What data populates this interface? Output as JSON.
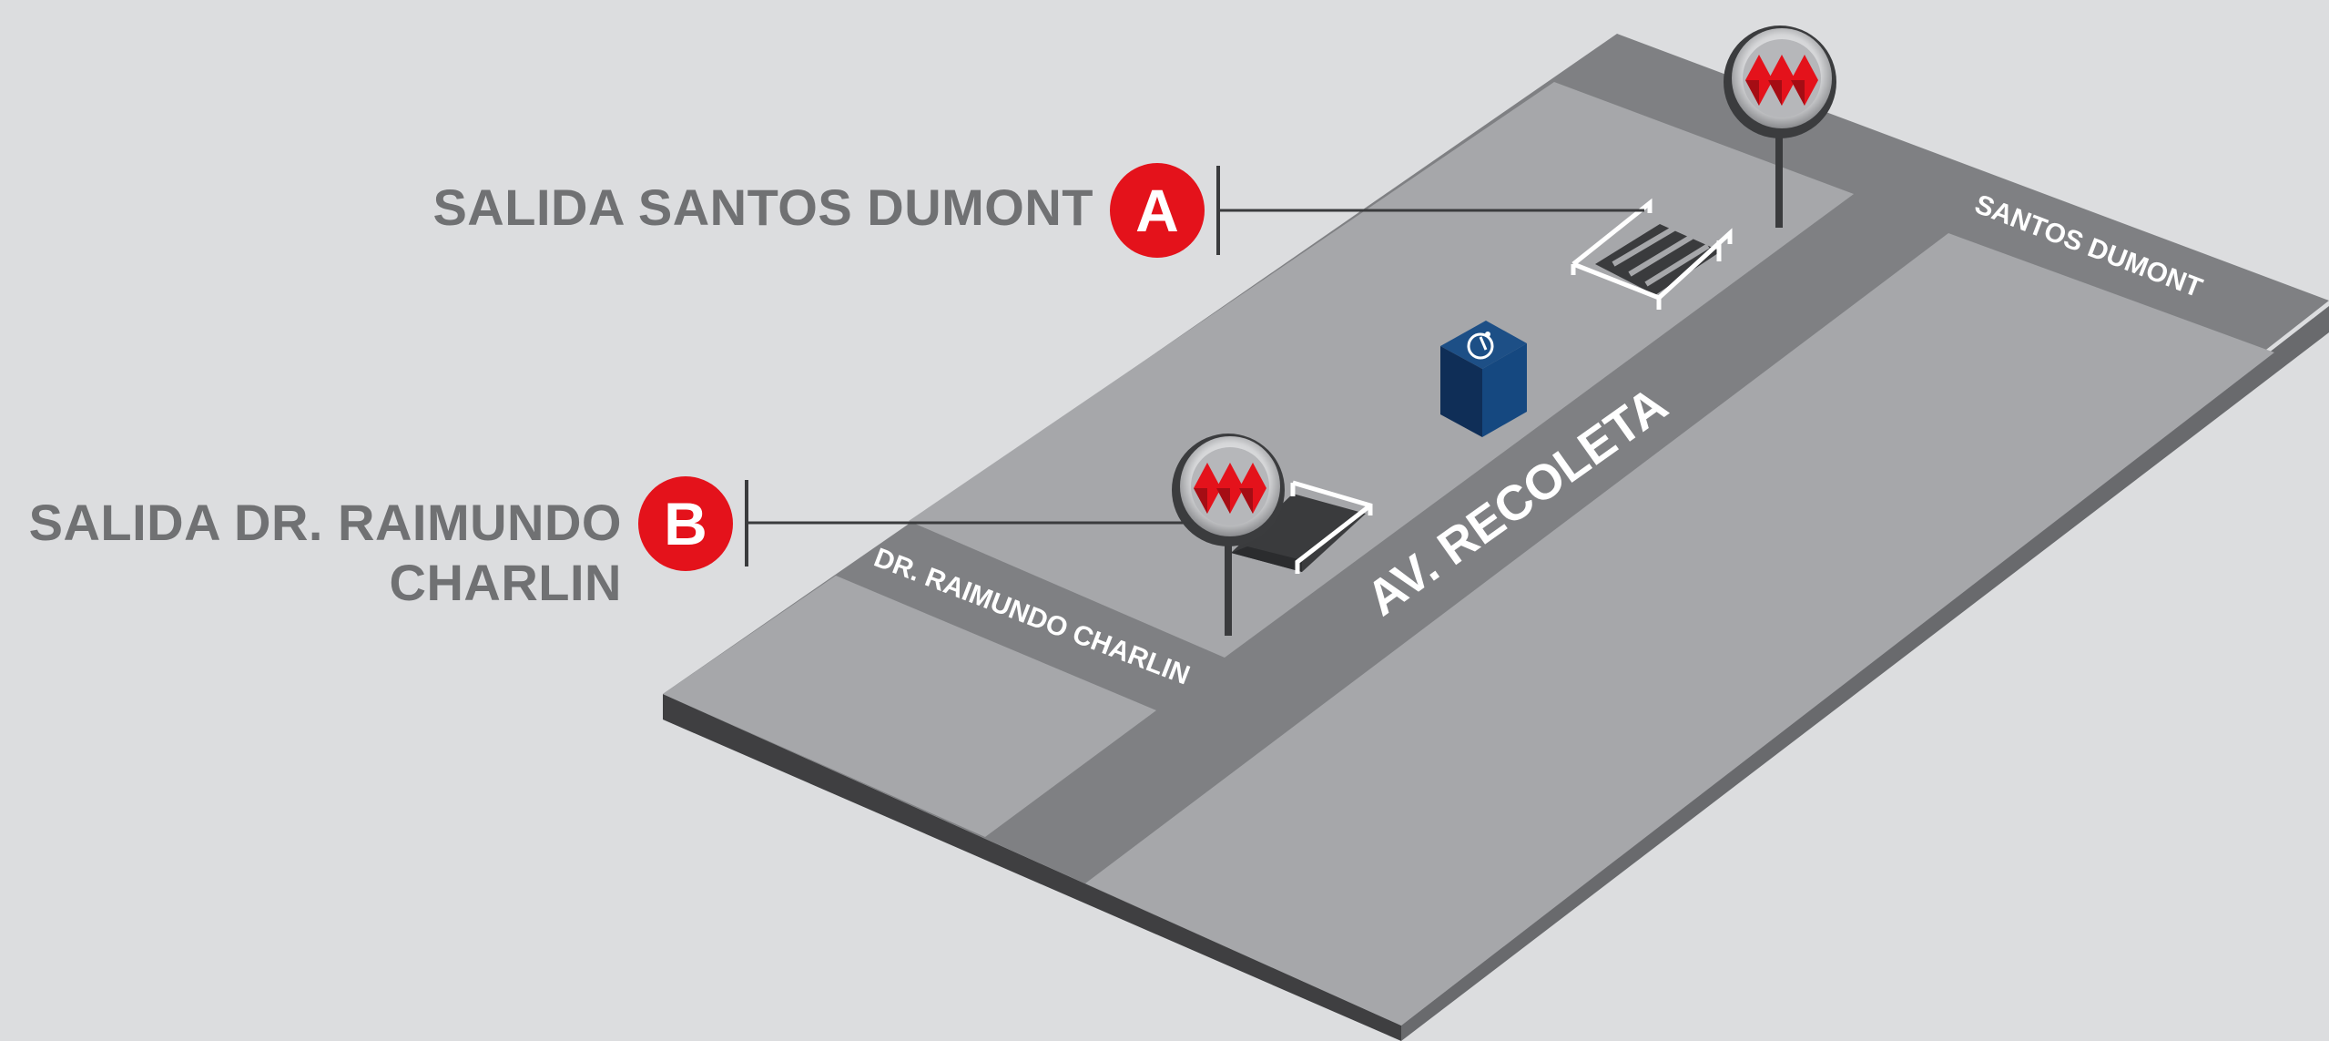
{
  "exits": [
    {
      "letter": "A",
      "label": "SALIDA SANTOS DUMONT"
    },
    {
      "letter": "B",
      "label_line1": "SALIDA DR. RAIMUNDO",
      "label_line2": "CHARLIN"
    }
  ],
  "streets": {
    "main": "AV. RECOLETA",
    "top_cross": "SANTOS DUMONT",
    "bottom_cross": "DR. RAIMUNDO CHARLIN"
  },
  "icons": {
    "metro_sign": "metro-logo-icon",
    "elevator": "wheelchair-elevator-icon",
    "stairs": "stairway-entrance-icon"
  },
  "colors": {
    "background": "#dcdddf",
    "badge_red": "#e4121b",
    "label_gray": "#707173",
    "block_gray": "#a6a7aa",
    "street_gray": "#7f8083",
    "elevator_blue": "#15467d"
  }
}
